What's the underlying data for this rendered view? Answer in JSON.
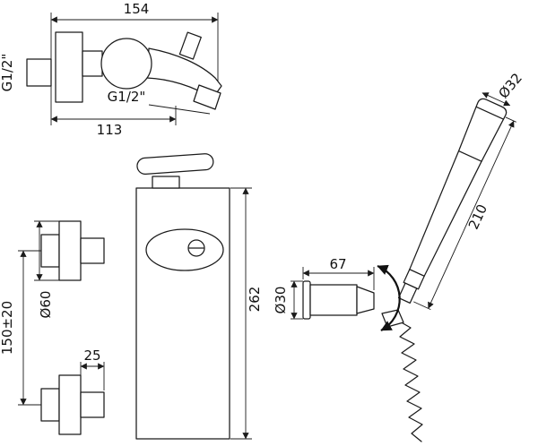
{
  "page": {
    "background": "#ffffff",
    "line_color": "#1b1b1b"
  },
  "views": {
    "top_view": {
      "dims": {
        "width": "154",
        "inlet_thread": "G1/2\"",
        "spout_thread": "G1/2\"",
        "spout_depth": "113"
      }
    },
    "front_view": {
      "dims": {
        "escutcheon_diameter": "Ø60",
        "inlet_spacing": "150±20",
        "connector_width": "25",
        "body_height": "262"
      }
    },
    "hand_shower": {
      "dims": {
        "head_diameter": "Ø32",
        "length": "210"
      }
    },
    "bracket": {
      "dims": {
        "length": "67",
        "diameter": "Ø30"
      }
    }
  }
}
